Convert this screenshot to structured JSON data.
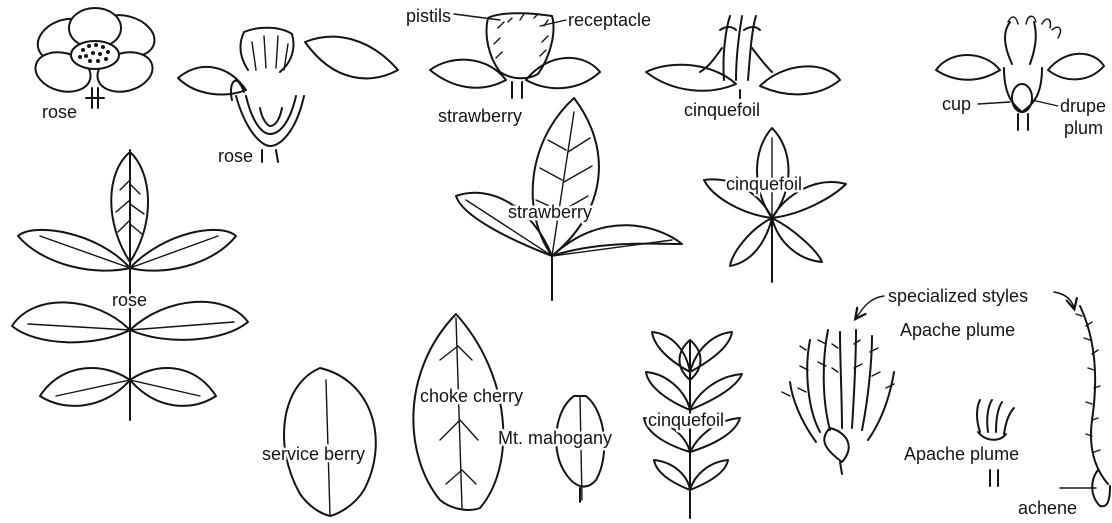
{
  "labels": {
    "rose_flower": "rose",
    "rose_section": "rose",
    "pistils": "pistils",
    "receptacle": "receptacle",
    "strawberry_flower": "strawberry",
    "cinquefoil_flower": "cinquefoil",
    "cup": "cup",
    "drupe": "drupe",
    "plum": "plum",
    "rose_leaf": "rose",
    "strawberry_leaf": "strawberry",
    "cinquefoil_leaf_top": "cinquefoil",
    "specialized_styles": "specialized styles",
    "apache_plume_top": "Apache plume",
    "service_berry": "service berry",
    "choke_cherry": "choke cherry",
    "mt_mahogany": "Mt. mahogany",
    "cinquefoil_leaf_bottom": "cinquefoil",
    "apache_plume_bottom": "Apache plume",
    "achene": "achene"
  }
}
